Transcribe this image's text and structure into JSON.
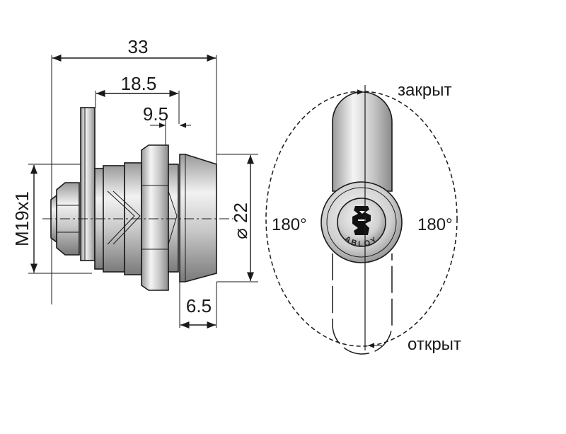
{
  "dimensions": {
    "overall_length": "33",
    "body_length": "18.5",
    "cam_offset": "9.5",
    "thread": "M19x1",
    "head_diameter": "⌀ 22",
    "head_length": "6.5"
  },
  "positions": {
    "closed": "закрыт",
    "open": "открыт",
    "rotation_left": "180°",
    "rotation_right": "180°"
  },
  "brand": "ABLOY",
  "colors": {
    "line": "#1a1a1a",
    "metal_light": "#e6e6e6",
    "metal_mid": "#bdbdbd",
    "metal_dark": "#8a8a8a"
  }
}
